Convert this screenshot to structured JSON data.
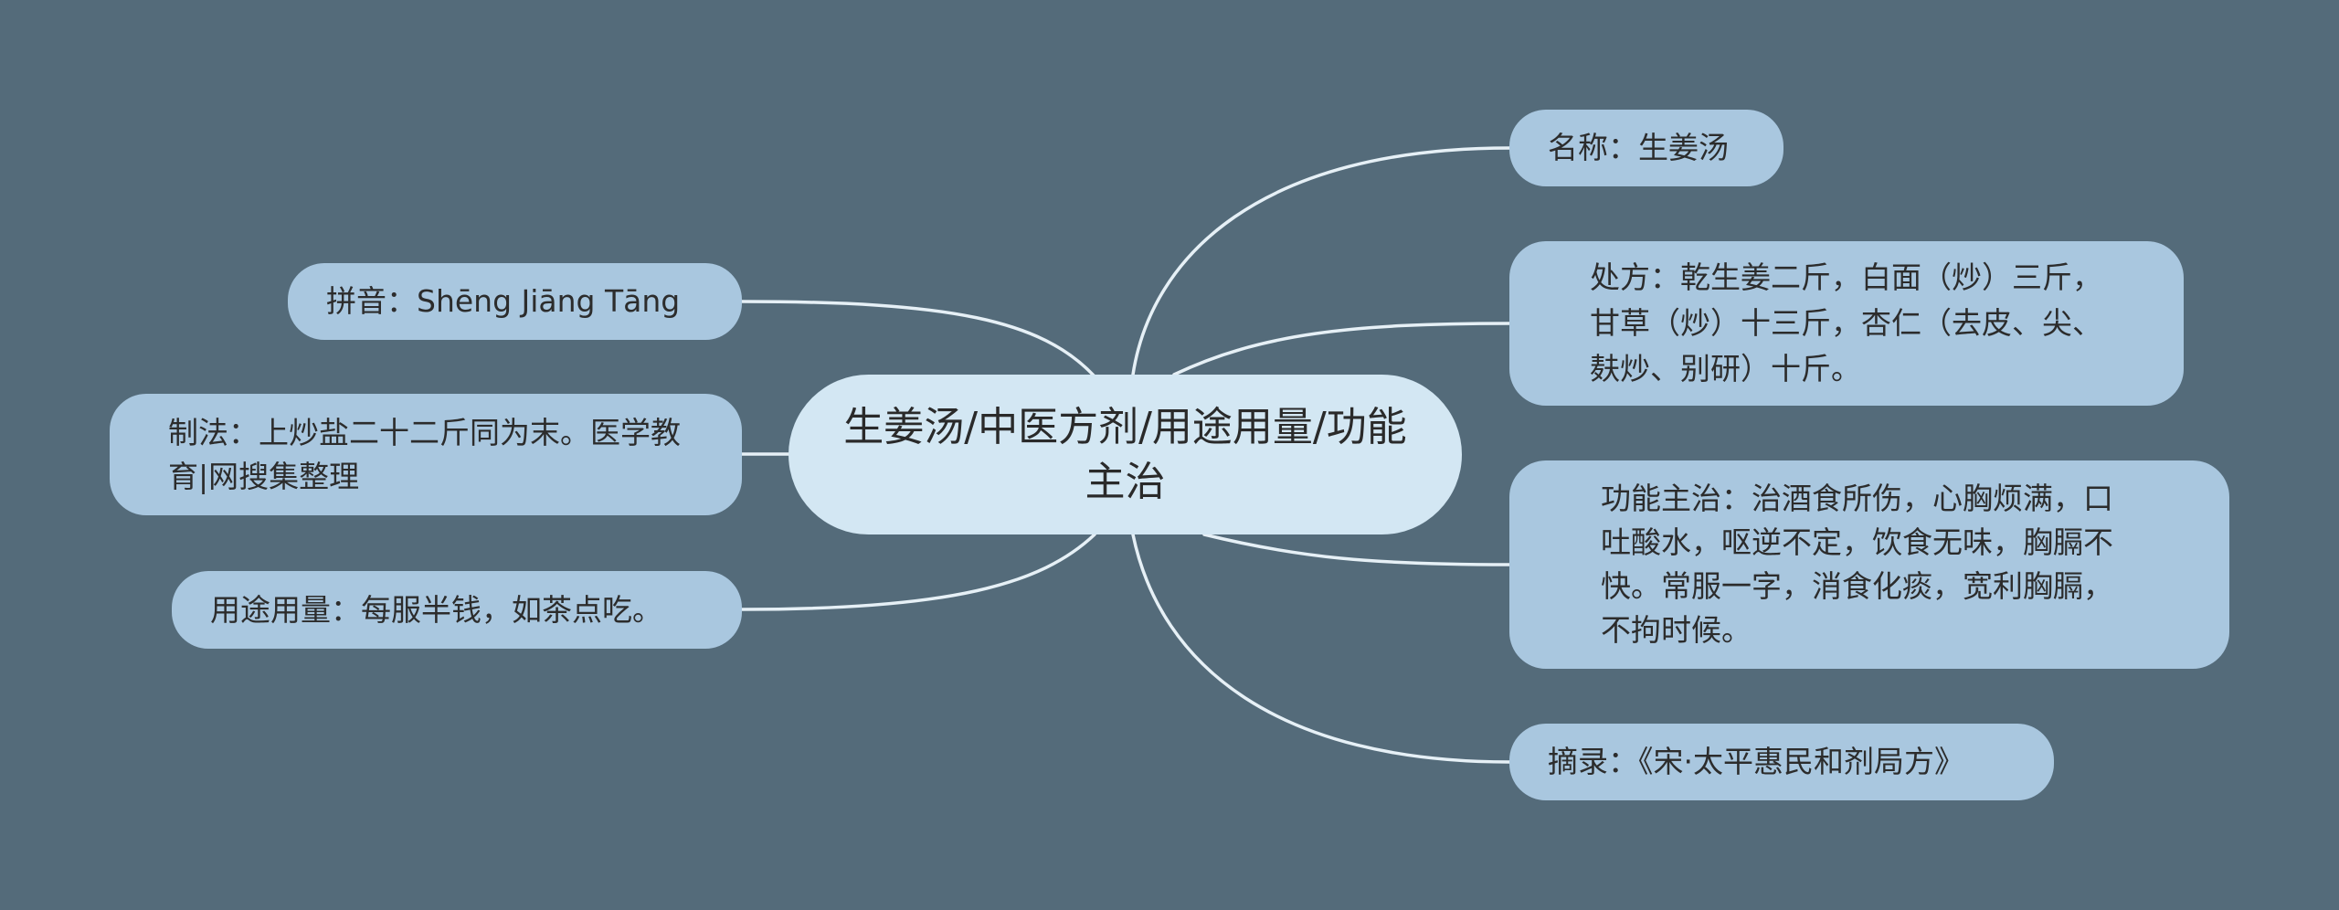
{
  "mindmap": {
    "central": {
      "title": "生姜汤/中医方剂/用途用量/功能主治"
    },
    "left_nodes": [
      {
        "text": "拼音：Shēng Jiāng Tāng"
      },
      {
        "text": "制法：上炒盐二十二斤同为末。医学教育|网搜集整理"
      },
      {
        "text": "用途用量：每服半钱，如茶点吃。"
      }
    ],
    "right_nodes": [
      {
        "text": "名称：生姜汤"
      },
      {
        "text": "处方：乾生姜二斤，白面（炒）三斤，甘草（炒）十三斤，杏仁（去皮、尖、麸炒、别研）十斤。"
      },
      {
        "text": "功能主治：治酒食所伤，心胸烦满，口吐酸水，呕逆不定，饮食无味，胸膈不快。常服一字，消食化痰，宽利胸膈，不拘时候。"
      },
      {
        "text": "摘录：《宋·太平惠民和剂局方》"
      }
    ]
  },
  "colors": {
    "background": "#546b7a",
    "central_fill": "#d3e7f3",
    "node_fill": "#a9c7df",
    "connector": "#e6f0f6",
    "text": "#2c2c2c"
  }
}
